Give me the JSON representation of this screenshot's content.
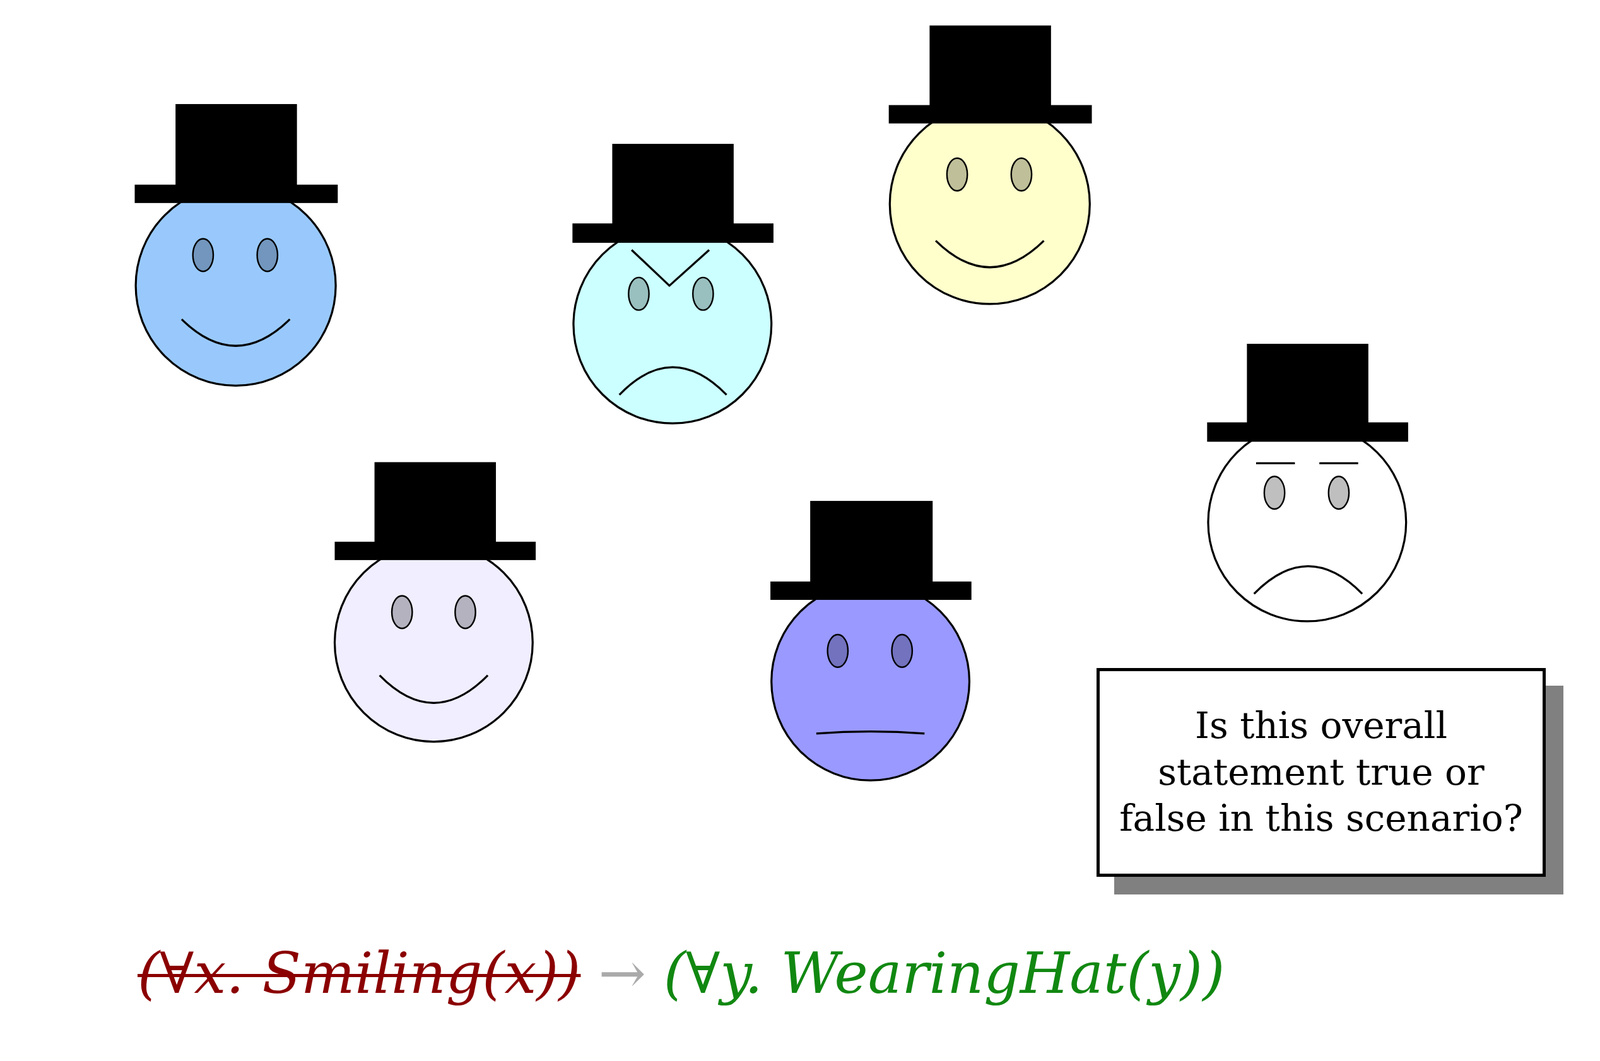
{
  "diagram": {
    "nodes": [
      {
        "text": [
          "Is this overall statement true or false in this scenario?"
        ]
      }
    ],
    "labels": [
      "(∀x. Smiling(x))",
      "→",
      "(∀y. WearingHat(y))"
    ]
  }
}
